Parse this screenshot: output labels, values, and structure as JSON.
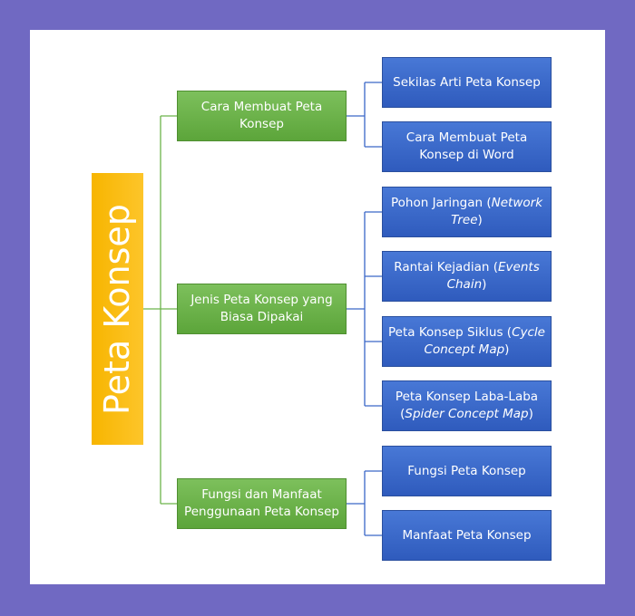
{
  "root": {
    "label": "Peta Konsep"
  },
  "branches": [
    {
      "label": "Cara Membuat Peta Konsep",
      "children": [
        {
          "label": "Sekilas Arti Peta Konsep"
        },
        {
          "label": "Cara Membuat Peta Konsep di Word"
        }
      ]
    },
    {
      "label": "Jenis Peta Konsep yang Biasa Dipakai",
      "children": [
        {
          "plain": "Pohon Jaringan (",
          "italic": "Network Tree",
          "close": ")"
        },
        {
          "plain": "Rantai Kejadian (",
          "italic": "Events Chain",
          "close": ")"
        },
        {
          "plain": "Peta Konsep Siklus (",
          "italic": "Cycle Concept Map",
          "close": ")"
        },
        {
          "plain": "Peta Konsep Laba-Laba (",
          "italic": "Spider Concept Map",
          "close": ")"
        }
      ]
    },
    {
      "label": "Fungsi dan Manfaat Penggunaan Peta Konsep",
      "children": [
        {
          "label": "Fungsi Peta Konsep"
        },
        {
          "label": "Manfaat Peta Konsep"
        }
      ]
    }
  ],
  "colors": {
    "background": "#7069c2",
    "root": "#f7b500",
    "level1": "#6cb34a",
    "level2": "#3a67c8",
    "connector_green": "#6cb34a",
    "connector_blue": "#3a67c8"
  }
}
